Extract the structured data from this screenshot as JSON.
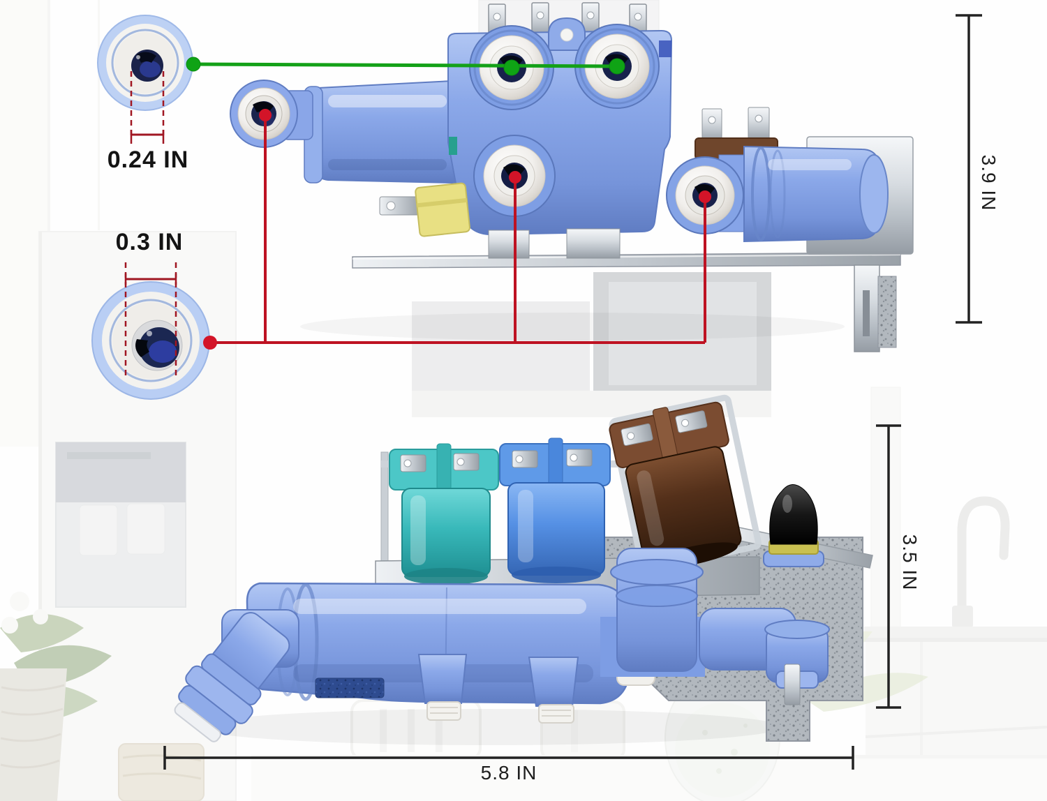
{
  "title": "Refrigerator water inlet valve dimension diagram",
  "callouts": {
    "outlet_port": {
      "label": "0.24 IN",
      "marker_color": "#12a316"
    },
    "inlet_port": {
      "label": "0.3 IN",
      "marker_color": "#c01222"
    }
  },
  "dimensions": {
    "upper_assembly_height": {
      "label": "3.9 IN"
    },
    "lower_assembly_height": {
      "label": "3.5 IN"
    },
    "overall_width": {
      "label": "5.8 IN"
    }
  },
  "colors": {
    "marker_green": "#12a316",
    "marker_red": "#c01222",
    "dimension_line": "#222222",
    "valve_body_blue": "#7d9de4",
    "coil_teal": "#2fb0b1",
    "coil_blue": "#4e8fe0",
    "coil_brown": "#5a3a24",
    "cap_black": "#141414",
    "metal_silver": "#c6ccd2"
  }
}
